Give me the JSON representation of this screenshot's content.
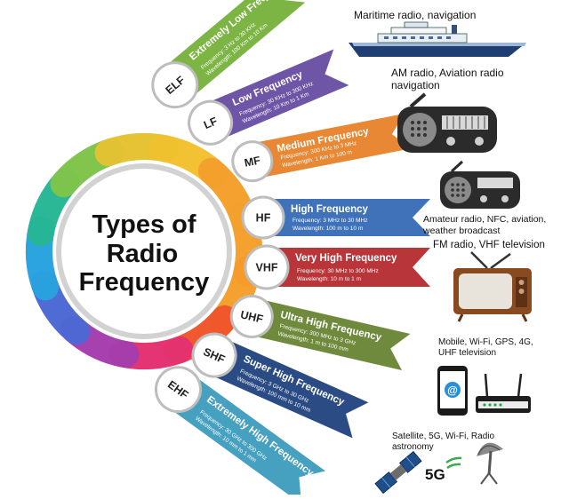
{
  "title_lines": [
    "Types of",
    "Radio",
    "Frequency"
  ],
  "field_labels": {
    "frequency": "Frequency:",
    "wavelength": "Wavelength:"
  },
  "bands": [
    {
      "abbr": "ELF",
      "name": "Extremely Low Frequency",
      "frequency": "3 Hz to 30 KHz",
      "wavelength": "100 Km to 10 Km",
      "color": "#7DB544"
    },
    {
      "abbr": "LF",
      "name": "Low Frequency",
      "frequency": "30 KHz to 300 KHz",
      "wavelength": "10 Km to 1 Km",
      "color": "#6F55A6"
    },
    {
      "abbr": "MF",
      "name": "Medium Frequency",
      "frequency": "300 KHz to 3 MHz",
      "wavelength": "1 Km to 100 m",
      "color": "#E88834"
    },
    {
      "abbr": "HF",
      "name": "High Frequency",
      "frequency": "3 MHz to 30 MHz",
      "wavelength": "100 m to 10 m",
      "color": "#3F72B9"
    },
    {
      "abbr": "VHF",
      "name": "Very High Frequency",
      "frequency": "30 MHz to 300 MHz",
      "wavelength": "10 m to 1 m",
      "color": "#B8353A"
    },
    {
      "abbr": "UHF",
      "name": "Ultra High Frequency",
      "frequency": "300 MHz to 3 GHz",
      "wavelength": "1 m to 100 mm",
      "color": "#6F8A3C"
    },
    {
      "abbr": "SHF",
      "name": "Super High Frequency",
      "frequency": "3 GHz to 30 GHz",
      "wavelength": "100 mm to 10 mm",
      "color": "#2A4B84"
    },
    {
      "abbr": "EHF",
      "name": "Extremely High Frequency",
      "frequency": "30 GHz to 300 GHz",
      "wavelength": "10 mm to 1 mm",
      "color": "#46A0BF"
    }
  ],
  "applications": {
    "maritime": [
      "Maritime radio, navigation"
    ],
    "am": [
      "AM radio, Aviation radio",
      "navigation"
    ],
    "amateur": [
      "Amateur radio, NFC, aviation,",
      "weather broadcast"
    ],
    "fm": [
      "FM radio, VHF television"
    ],
    "mobile": [
      "Mobile, Wi-Fi, GPS, 4G,",
      "UHF television"
    ],
    "satellite": [
      "Satellite, 5G, Wi-Fi, Radio",
      "astronomy"
    ]
  },
  "icons": {
    "phone_symbol": "@",
    "network_badge": "5G"
  }
}
